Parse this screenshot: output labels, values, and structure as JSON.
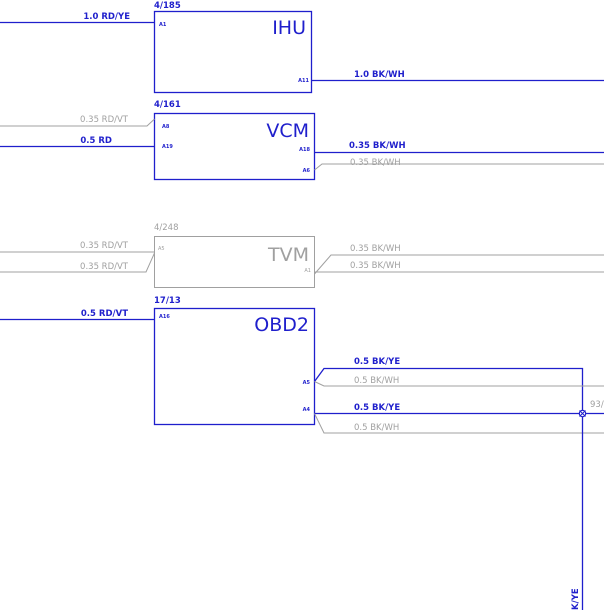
{
  "colors": {
    "active": "#1f1fcc",
    "inactive": "#a0a0a0"
  },
  "modules": {
    "ihu": {
      "ref": "4/185",
      "name": "IHU",
      "pins": {
        "a1": "A1",
        "a11": "A11"
      },
      "wires": {
        "in_a1": "1.0 RD/YE",
        "out_a11": "1.0 BK/WH"
      }
    },
    "vcm": {
      "ref": "4/161",
      "name": "VCM",
      "pins": {
        "a8": "A8",
        "a19": "A19",
        "a18": "A18",
        "a6": "A6"
      },
      "wires": {
        "in_a8": "0.35 RD/VT",
        "in_a19": "0.5 RD",
        "out_a18": "0.35 BK/WH",
        "out_a6": "0.35 BK/WH"
      }
    },
    "tvm": {
      "ref": "4/248",
      "name": "TVM",
      "pins": {
        "a5": "A5",
        "a1": "A1"
      },
      "wires": {
        "in_1": "0.35 RD/VT",
        "in_2": "0.35 RD/VT",
        "out_1": "0.35 BK/WH",
        "out_2": "0.35 BK/WH"
      }
    },
    "obd2": {
      "ref": "17/13",
      "name": "OBD2",
      "pins": {
        "a16": "A16",
        "a5": "A5",
        "a4": "A4"
      },
      "wires": {
        "in_a16": "0.5 RD/VT",
        "a5_active": "0.5 BK/YE",
        "a5_alt": "0.5 BK/WH",
        "a4_active": "0.5 BK/YE",
        "a4_alt": "0.5 BK/WH"
      }
    }
  },
  "splice": {
    "ref": "93/"
  },
  "vertical_wire": {
    "label": "K/YE"
  }
}
